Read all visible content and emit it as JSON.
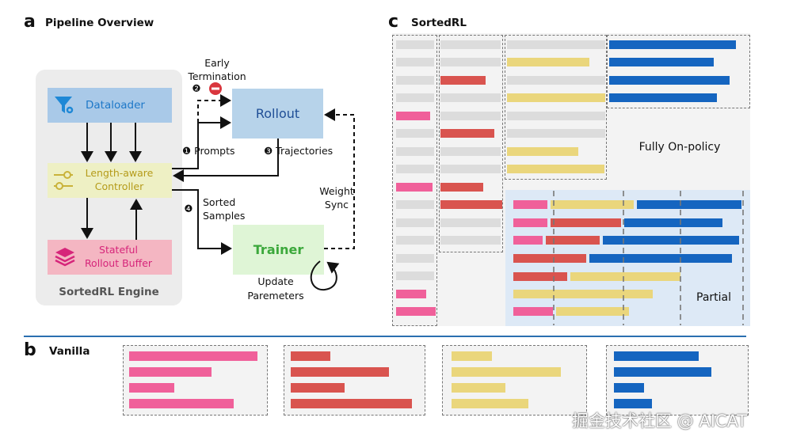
{
  "panel_a": {
    "letter": "a",
    "title": "Pipeline Overview",
    "engine_label": "SortedRL Engine",
    "dataloader": "Dataloader",
    "controller_line1": "Length-aware",
    "controller_line2": "Controller",
    "buffer_line1": "Stateful",
    "buffer_line2": "Rollout Buffer",
    "rollout": "Rollout",
    "trainer": "Trainer",
    "early_termination_line1": "Early",
    "early_termination_line2": "Termination",
    "step2": "❷",
    "step1_label": "❶ Prompts",
    "step3_label": "❸ Trajectories",
    "step4": "❹",
    "sorted_line1": "Sorted",
    "sorted_line2": "Samples",
    "weight_line1": "Weight",
    "weight_line2": "Sync",
    "update_line1": "Update",
    "update_line2": "Paremeters",
    "colors": {
      "dataloader": "#a9c9e8",
      "controller": "#eef0c4",
      "buffer": "#f4b6c2",
      "rollout": "#b7d3ea",
      "trainer": "#dff5d6",
      "engine_bg": "#ececec"
    }
  },
  "panel_b": {
    "letter": "b",
    "title": "Vanilla"
  },
  "panel_c": {
    "letter": "c",
    "title": "SortedRL",
    "fully_on_policy": "Fully On-policy",
    "partial": "Partial"
  },
  "colors": {
    "pink": "#f0609a",
    "red": "#d9544f",
    "yellow": "#ead67c",
    "blue": "#1565c0",
    "gray": "#dcdcdc",
    "divider": "#2a6fb0"
  },
  "watermark": "掘金技术社区 @ AICAT"
}
